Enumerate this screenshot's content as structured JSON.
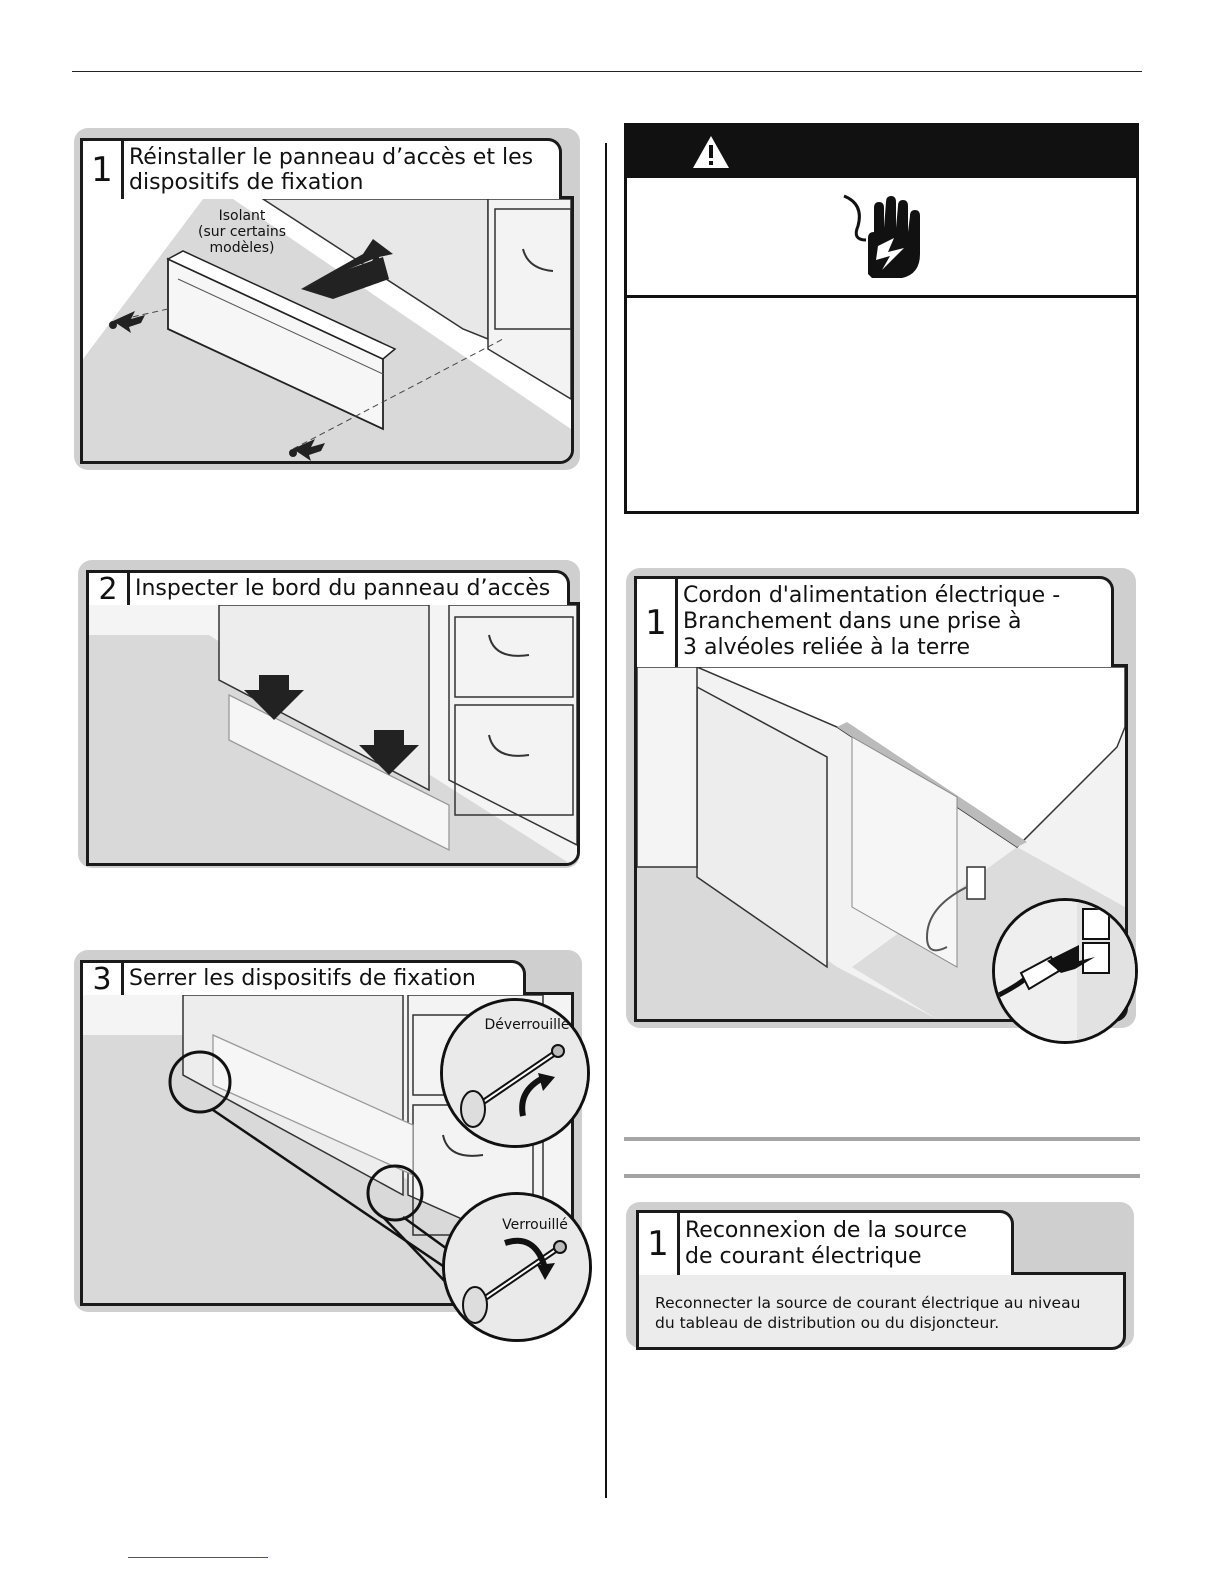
{
  "panels": {
    "left1": {
      "number": "1",
      "title_line1": "Réinstaller le panneau d’accès et les",
      "title_line2": "dispositifs de fixation",
      "label_insulation": "Isolant",
      "label_models": "(sur certains modèles)"
    },
    "left2": {
      "number": "2",
      "title": "Inspecter le bord du panneau d’accès"
    },
    "left3": {
      "number": "3",
      "title": "Serrer les dispositifs de fixation",
      "label_unlocked": "Déverrouillé",
      "label_locked": "Verrouillé"
    },
    "right1": {
      "number": "1",
      "title_line1": "Cordon d'alimentation électrique -",
      "title_line2": "Branchement dans une prise à",
      "title_line3": "3 alvéoles reliée à la terre"
    },
    "right2": {
      "number": "1",
      "title_line1": "Reconnexion de la source",
      "title_line2": "de courant électrique",
      "body_line1": "Reconnecter la source de courant électrique au niveau",
      "body_line2": "du tableau de distribution ou du disjoncteur."
    }
  },
  "icons": {
    "warning": "warning-triangle-icon",
    "shock": "electric-shock-hand-icon"
  }
}
